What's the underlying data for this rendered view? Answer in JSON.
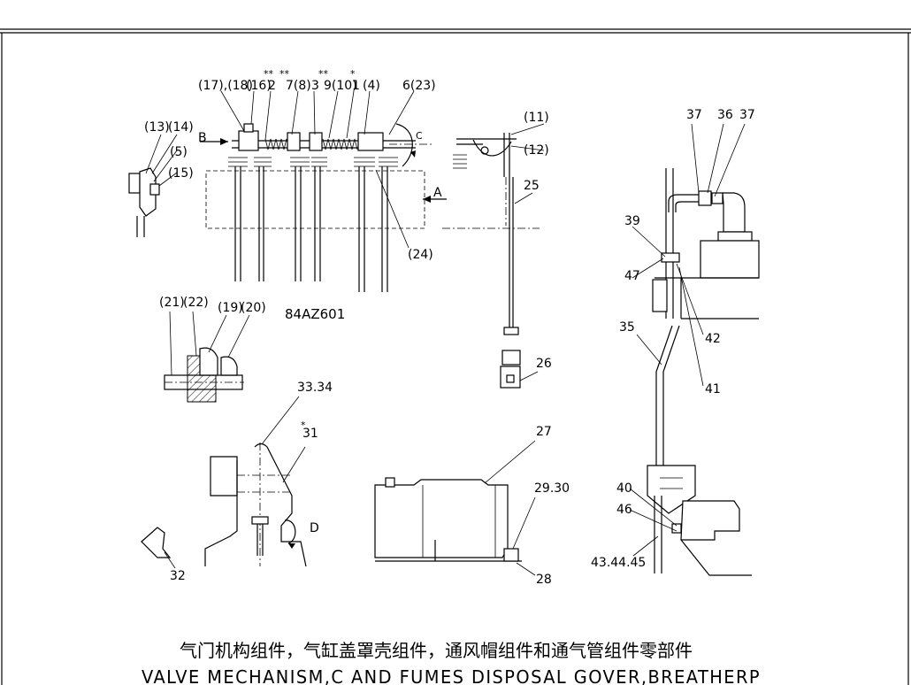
{
  "labels": {
    "l17_18": "(17),(18)",
    "l16": "(16)",
    "l2": "2",
    "l7_8": "7(8)",
    "l3": "3",
    "l9_10": "9(10)",
    "l1": "1",
    "l4": "(4)",
    "l6_23": "6(23)",
    "l13": "(13)",
    "l14": "(14)",
    "l5": "(5)",
    "l15": "(15)",
    "lB": "B",
    "lA": "A",
    "lC": "C",
    "l24": "(24)",
    "l11": "(11)",
    "l12": "(12)",
    "l25": "25",
    "l26": "26",
    "l37a": "37",
    "l36": "36",
    "l37b": "37",
    "l39": "39",
    "l47": "47",
    "l42": "42",
    "l35": "35",
    "l41": "41",
    "l21": "(21)",
    "l22": "(22)",
    "l19": "(19)",
    "l20": "(20)",
    "l33_34": "33.34",
    "l31": "31",
    "lD": "D",
    "l32": "32",
    "l27": "27",
    "l29_30": "29.30",
    "l28": "28",
    "l40": "40",
    "l46": "46",
    "l43_44_45": "43.44.45"
  },
  "marks": {
    "star2": "**",
    "star7": "**",
    "star9": "**",
    "star1": "*",
    "star31": "*"
  },
  "drawing_code": "84AZ601",
  "caption": {
    "chinese": "气门机构组件，气缸盖罩壳组件，通风帽组件和通气管组件零部件",
    "english": "VALVE MECHANISM,C AND FUMES DISPOSAL GOVER,BREATHERP"
  }
}
